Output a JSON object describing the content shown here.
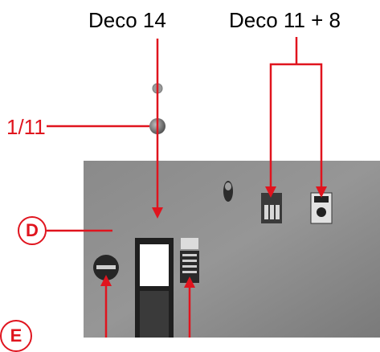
{
  "callouts": {
    "deco14": "Deco 14",
    "deco11_8": "Deco 11 + 8",
    "ref_1_11": "1/11",
    "marker_d": "D",
    "marker_e": "E"
  },
  "colors": {
    "callout": "#e0141e",
    "panel": "#8e8e8e",
    "panel_dark": "#5a5a5a"
  }
}
